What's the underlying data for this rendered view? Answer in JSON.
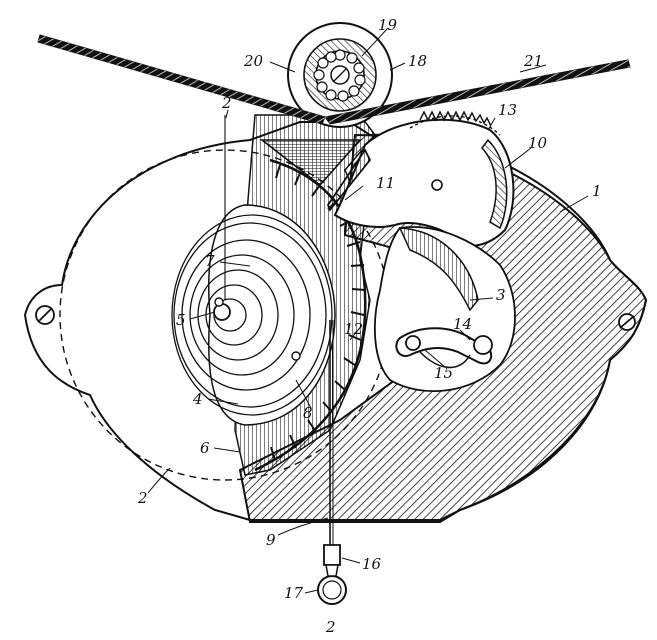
{
  "figure": {
    "reference_numerals": [
      "1",
      "2",
      "3",
      "4",
      "5",
      "6",
      "7",
      "8",
      "9",
      "10",
      "11",
      "12",
      "13",
      "14",
      "15",
      "16",
      "17",
      "18",
      "19",
      "20",
      "21"
    ],
    "labels": {
      "n1": "1",
      "n2_left": "2",
      "n2_top": "2",
      "n2_bottom": "2",
      "n3": "3",
      "n4": "4",
      "n5": "5",
      "n6": "6",
      "n7": "7",
      "n8": "8",
      "n9": "9",
      "n10": "10",
      "n11": "11",
      "n12": "12",
      "n13": "13",
      "n14": "14",
      "n15": "15",
      "n16": "16",
      "n17": "17",
      "n18": "18",
      "n19": "19",
      "n20": "20",
      "n21": "21"
    },
    "colors": {
      "ink": "#111111",
      "paper": "#ffffff"
    }
  }
}
